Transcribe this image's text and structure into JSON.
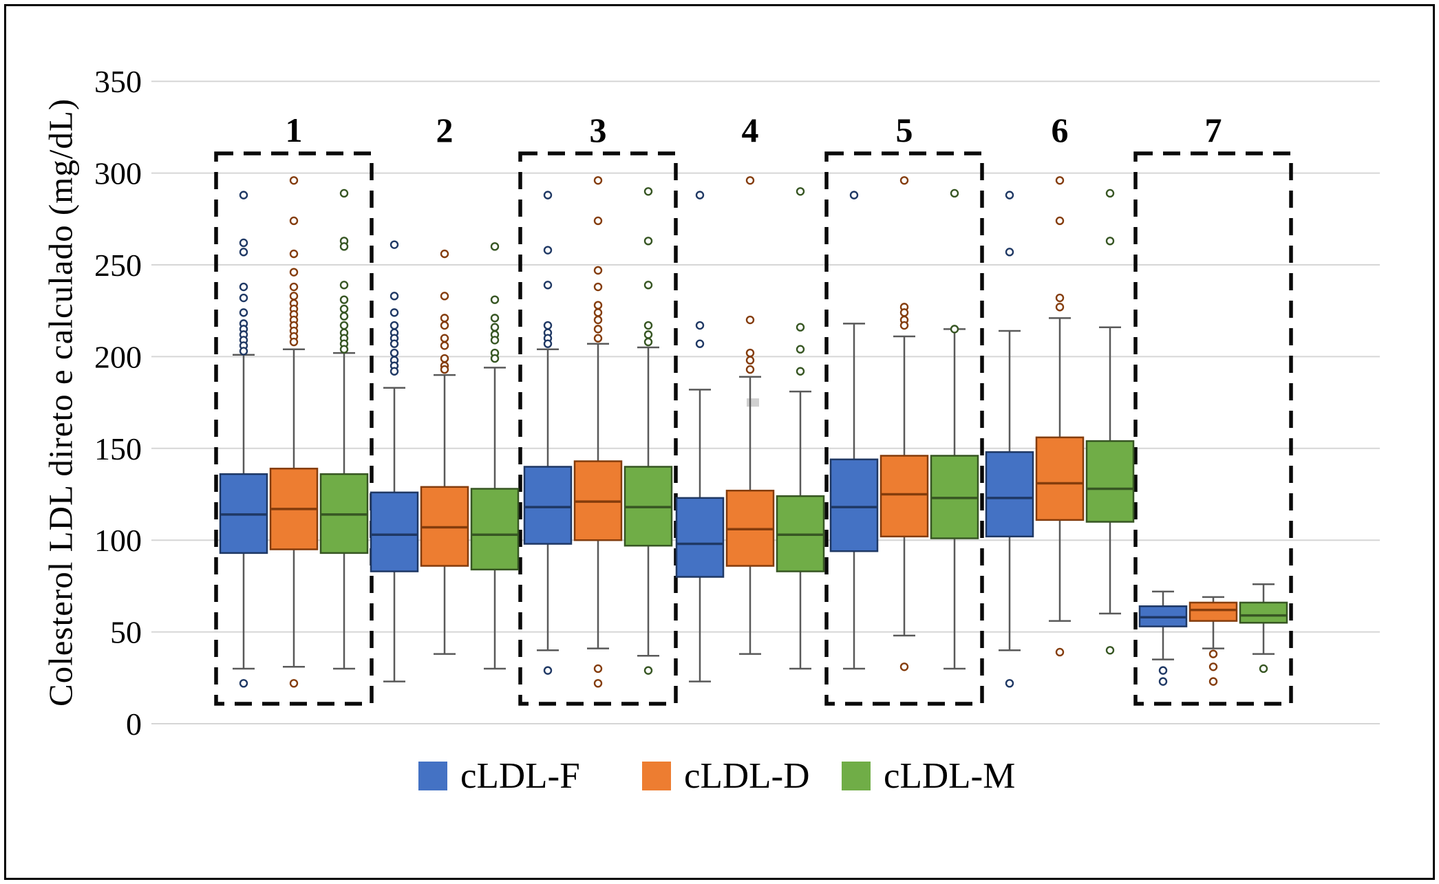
{
  "chart_data": {
    "type": "boxplot",
    "title": "",
    "ylabel": "Colesterol LDL direto e calculado (mg/dL)",
    "xlabel": "",
    "ylim": [
      0,
      350
    ],
    "yticks": [
      0,
      50,
      100,
      150,
      200,
      250,
      300,
      350
    ],
    "grid": "horizontal",
    "legend_position": "bottom",
    "series": [
      {
        "name": "cLDL-F",
        "color": "#4472C4",
        "line_color": "#1F3864"
      },
      {
        "name": "cLDL-D",
        "color": "#ED7D31",
        "line_color": "#843C0C"
      },
      {
        "name": "cLDL-M",
        "color": "#70AD47",
        "line_color": "#375623"
      }
    ],
    "highlighted_groups": [
      "1",
      "3",
      "5",
      "7"
    ],
    "groups": [
      {
        "label": "1",
        "highlighted": true,
        "boxes": [
          {
            "series": "cLDL-F",
            "q1": 93,
            "median": 114,
            "q3": 136,
            "whisker_low": 30,
            "whisker_high": 201,
            "outliers_high": [
              288,
              262,
              257,
              238,
              232,
              224,
              218,
              215,
              212,
              209,
              206,
              203
            ],
            "outliers_low": [
              22
            ]
          },
          {
            "series": "cLDL-D",
            "q1": 95,
            "median": 117,
            "q3": 139,
            "whisker_low": 31,
            "whisker_high": 204,
            "outliers_high": [
              296,
              274,
              256,
              246,
              238,
              233,
              229,
              226,
              223,
              220,
              217,
              214,
              211,
              208
            ],
            "outliers_low": [
              22
            ]
          },
          {
            "series": "cLDL-M",
            "q1": 93,
            "median": 114,
            "q3": 136,
            "whisker_low": 30,
            "whisker_high": 202,
            "outliers_high": [
              289,
              263,
              260,
              239,
              231,
              226,
              222,
              217,
              213,
              210,
              207,
              204
            ],
            "outliers_low": []
          }
        ]
      },
      {
        "label": "2",
        "highlighted": false,
        "boxes": [
          {
            "series": "cLDL-F",
            "q1": 83,
            "median": 103,
            "q3": 126,
            "whisker_low": 23,
            "whisker_high": 183,
            "outliers_high": [
              261,
              233,
              224,
              217,
              213,
              210,
              207,
              202,
              198,
              195,
              192
            ],
            "outliers_low": []
          },
          {
            "series": "cLDL-D",
            "q1": 86,
            "median": 107,
            "q3": 129,
            "whisker_low": 38,
            "whisker_high": 190,
            "outliers_high": [
              256,
              233,
              221,
              217,
              210,
              206,
              199,
              195,
              193
            ],
            "outliers_low": []
          },
          {
            "series": "cLDL-M",
            "q1": 84,
            "median": 103,
            "q3": 128,
            "whisker_low": 30,
            "whisker_high": 194,
            "outliers_high": [
              260,
              231,
              221,
              216,
              212,
              209,
              202,
              199
            ],
            "outliers_low": []
          }
        ]
      },
      {
        "label": "3",
        "highlighted": true,
        "boxes": [
          {
            "series": "cLDL-F",
            "q1": 98,
            "median": 118,
            "q3": 140,
            "whisker_low": 40,
            "whisker_high": 204,
            "outliers_high": [
              288,
              258,
              239,
              217,
              213,
              210,
              207
            ],
            "outliers_low": [
              29
            ]
          },
          {
            "series": "cLDL-D",
            "q1": 100,
            "median": 121,
            "q3": 143,
            "whisker_low": 41,
            "whisker_high": 207,
            "outliers_high": [
              296,
              274,
              247,
              238,
              228,
              224,
              220,
              215,
              210
            ],
            "outliers_low": [
              30,
              22
            ]
          },
          {
            "series": "cLDL-M",
            "q1": 97,
            "median": 118,
            "q3": 140,
            "whisker_low": 37,
            "whisker_high": 205,
            "outliers_high": [
              290,
              263,
              239,
              217,
              212,
              208
            ],
            "outliers_low": [
              29
            ]
          }
        ]
      },
      {
        "label": "4",
        "highlighted": false,
        "boxes": [
          {
            "series": "cLDL-F",
            "q1": 80,
            "median": 98,
            "q3": 123,
            "whisker_low": 23,
            "whisker_high": 182,
            "outliers_high": [
              288,
              217,
              207
            ],
            "outliers_low": []
          },
          {
            "series": "cLDL-D",
            "q1": 86,
            "median": 106,
            "q3": 127,
            "whisker_low": 38,
            "whisker_high": 189,
            "outliers_high": [
              296,
              220,
              202,
              198,
              193
            ],
            "outliers_low": []
          },
          {
            "series": "cLDL-M",
            "q1": 83,
            "median": 103,
            "q3": 124,
            "whisker_low": 30,
            "whisker_high": 181,
            "outliers_high": [
              290,
              216,
              204,
              192
            ],
            "outliers_low": []
          }
        ]
      },
      {
        "label": "5",
        "highlighted": true,
        "boxes": [
          {
            "series": "cLDL-F",
            "q1": 94,
            "median": 118,
            "q3": 144,
            "whisker_low": 30,
            "whisker_high": 218,
            "outliers_high": [
              288
            ],
            "outliers_low": []
          },
          {
            "series": "cLDL-D",
            "q1": 102,
            "median": 125,
            "q3": 146,
            "whisker_low": 48,
            "whisker_high": 211,
            "outliers_high": [
              296,
              227,
              224,
              220,
              217
            ],
            "outliers_low": [
              31
            ]
          },
          {
            "series": "cLDL-M",
            "q1": 101,
            "median": 123,
            "q3": 146,
            "whisker_low": 30,
            "whisker_high": 215,
            "outliers_high": [
              289,
              215
            ],
            "outliers_low": []
          }
        ]
      },
      {
        "label": "6",
        "highlighted": false,
        "boxes": [
          {
            "series": "cLDL-F",
            "q1": 102,
            "median": 123,
            "q3": 148,
            "whisker_low": 40,
            "whisker_high": 214,
            "outliers_high": [
              288,
              257
            ],
            "outliers_low": [
              22
            ]
          },
          {
            "series": "cLDL-D",
            "q1": 111,
            "median": 131,
            "q3": 156,
            "whisker_low": 56,
            "whisker_high": 221,
            "outliers_high": [
              296,
              274,
              232,
              227
            ],
            "outliers_low": [
              39
            ]
          },
          {
            "series": "cLDL-M",
            "q1": 110,
            "median": 128,
            "q3": 154,
            "whisker_low": 60,
            "whisker_high": 216,
            "outliers_high": [
              289,
              263
            ],
            "outliers_low": [
              40
            ]
          }
        ]
      },
      {
        "label": "7",
        "highlighted": true,
        "boxes": [
          {
            "series": "cLDL-F",
            "q1": 53,
            "median": 58,
            "q3": 64,
            "whisker_low": 35,
            "whisker_high": 72,
            "outliers_high": [],
            "outliers_low": [
              29,
              23
            ]
          },
          {
            "series": "cLDL-D",
            "q1": 56,
            "median": 62,
            "q3": 66,
            "whisker_low": 41,
            "whisker_high": 69,
            "outliers_high": [],
            "outliers_low": [
              38,
              31,
              23
            ]
          },
          {
            "series": "cLDL-M",
            "q1": 55,
            "median": 59,
            "q3": 66,
            "whisker_low": 38,
            "whisker_high": 76,
            "outliers_high": [],
            "outliers_low": [
              30
            ]
          }
        ]
      }
    ],
    "artifact": {
      "note": "faint gray smudge near group 4 direct-LDL whisker",
      "value": 175
    }
  }
}
